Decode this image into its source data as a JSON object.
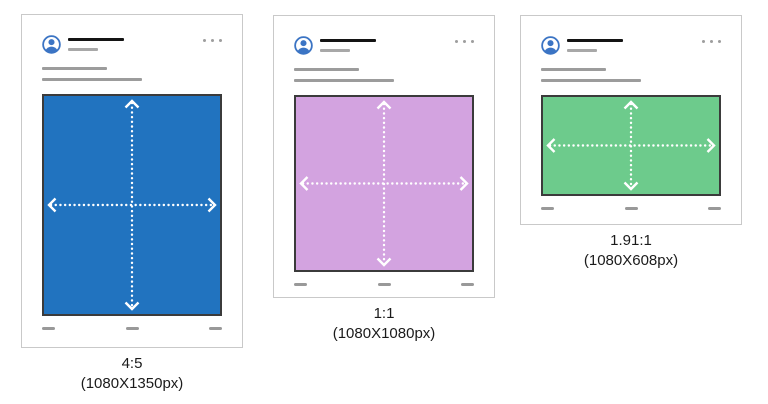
{
  "cards": [
    {
      "name": "portrait-post",
      "ratio_label": "4:5",
      "dimensions_label": "(1080X1350px)",
      "media_color": "#2173BF"
    },
    {
      "name": "square-post",
      "ratio_label": "1:1",
      "dimensions_label": "(1080X1080px)",
      "media_color": "#D3A3E0"
    },
    {
      "name": "landscape-post",
      "ratio_label": "1.91:1",
      "dimensions_label": "(1080X608px)",
      "media_color": "#6DCB8C"
    }
  ],
  "icons": {
    "avatar": "user-avatar-icon",
    "more_options": "more-options-icon",
    "arrows": "dimension-crosshair-arrows"
  },
  "colors": {
    "avatar_blue": "#3B74C4",
    "card_border": "#C9C9C9",
    "media_border": "#3B3B3B",
    "placeholder_dark": "#141414",
    "placeholder_gray": "#9C9C9C",
    "arrow_white": "#FFFFFF"
  }
}
